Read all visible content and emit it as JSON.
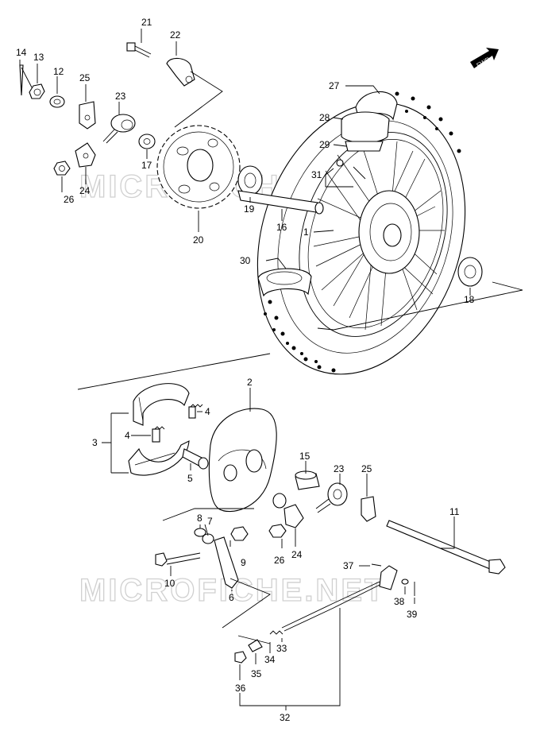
{
  "watermark": "MICROFICHE.NET",
  "fwd_badge": "FWD",
  "callouts": {
    "c1": "1",
    "c2": "2",
    "c3": "3",
    "c4a": "4",
    "c4b": "4",
    "c5": "5",
    "c6": "6",
    "c7": "7",
    "c8": "8",
    "c9": "9",
    "c10": "10",
    "c11": "11",
    "c12": "12",
    "c13": "13",
    "c14": "14",
    "c15": "15",
    "c16": "16",
    "c17": "17",
    "c18": "18",
    "c19": "19",
    "c20": "20",
    "c21": "21",
    "c22": "22",
    "c23a": "23",
    "c23b": "23",
    "c24a": "24",
    "c24b": "24",
    "c25a": "25",
    "c25b": "25",
    "c26a": "26",
    "c26b": "26",
    "c27": "27",
    "c28": "28",
    "c29": "29",
    "c30": "30",
    "c31": "31",
    "c32": "32",
    "c33": "33",
    "c34": "34",
    "c35": "35",
    "c36": "36",
    "c37": "37",
    "c38": "38",
    "c39": "39"
  }
}
